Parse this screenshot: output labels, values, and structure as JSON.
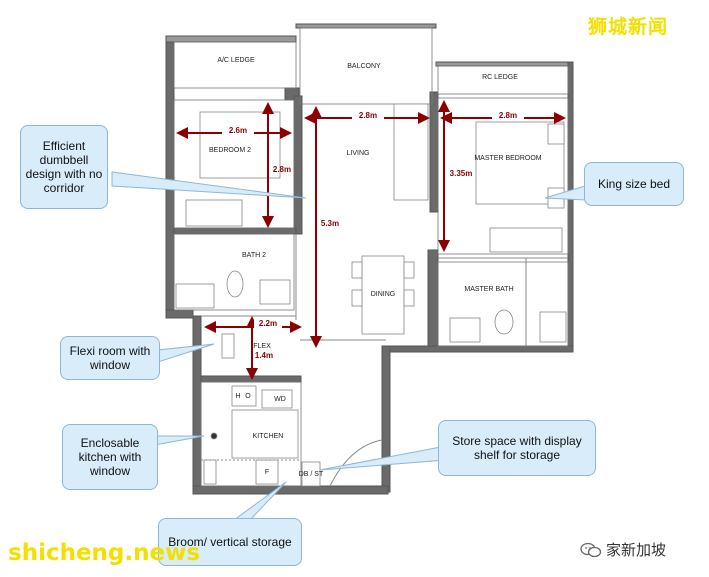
{
  "watermarks": {
    "top_right": "狮城新闻",
    "bottom_left": "shicheng.news",
    "brand": "家新加坡",
    "brand_icon": "wechat-icon"
  },
  "rooms": {
    "ac_ledge": "A/C LEDGE",
    "balcony": "BALCONY",
    "rc_ledge": "RC LEDGE",
    "bedroom2": "BEDROOM 2",
    "living": "LIVING",
    "master_bedroom": "MASTER BEDROOM",
    "bath2": "BATH 2",
    "dining": "DINING",
    "master_bath": "MASTER BATH",
    "flex": "FLEX",
    "kitchen": "KITCHEN",
    "wd": "WD",
    "db_st": "DB / ST",
    "fridge": "F",
    "hob": "H",
    "oven": "O"
  },
  "dimensions": {
    "bedroom2_width": "2.6m",
    "bedroom2_depth": "2.8m",
    "living_width": "2.8m",
    "living_depth": "5.3m",
    "master_width": "2.8m",
    "master_depth": "3.35m",
    "flex_width": "2.2m",
    "flex_depth": "1.4m"
  },
  "callouts": {
    "dumbbell": "Efficient dumbbell design with no corridor",
    "king_bed": "King size bed",
    "flexi_room": "Flexi room with window",
    "kitchen": "Enclosable kitchen with window",
    "store": "Store space with display shelf for storage",
    "broom": "Broom/ vertical storage"
  },
  "colors": {
    "wall": "#555555",
    "dimension": "#8b0000",
    "callout_fill": "#d8ecfa",
    "callout_border": "#8fb7d4",
    "watermark": "#f2e000"
  }
}
